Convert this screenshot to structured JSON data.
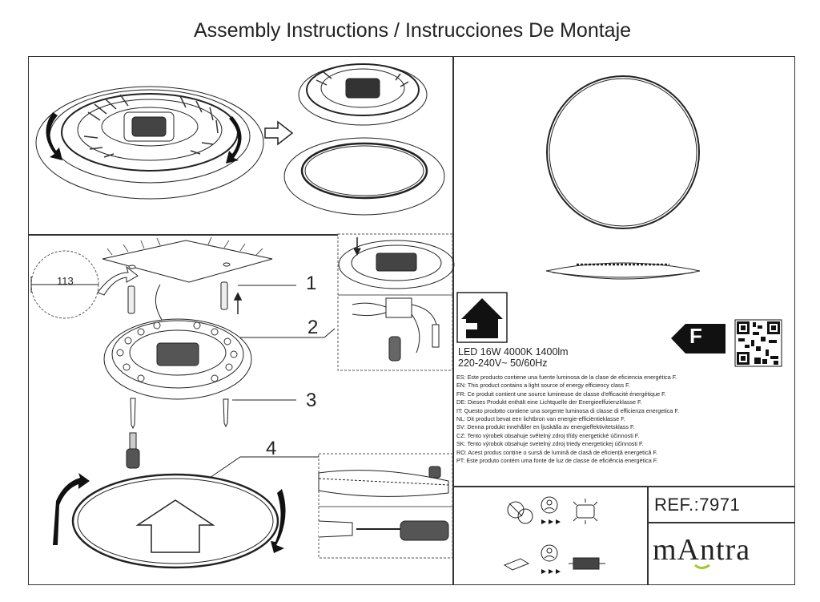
{
  "title": "Assembly Instructions / Instrucciones De Montaje",
  "steps": {
    "s1": "1",
    "s2": "2",
    "s3": "3",
    "s4": "4"
  },
  "dimension": "113",
  "product": {
    "spec_line1": "LED 16W 4000K 1400lm",
    "spec_line2": "220-240V~ 50/60Hz",
    "energy_class": "F"
  },
  "energy_statements": [
    "ES: Este producto contiene una fuente luminosa de la clase de eficiencia energética F.",
    "EN: This product contains a light source of energy efficiency class F.",
    "FR: Ce produit contient une source lumineuse de classe d'efficacité énergétique F.",
    "DE: Dieses Produkt enthält eine Lichtquelle der Energieeffizienzklasse F.",
    "IT: Questo prodotto contiene una sorgente luminosa di classe di efficienza energetica F.",
    "NL: Dit product bevat een lichtbron van energie-efficiëntieklasse F.",
    "SV: Denna produkt innehåller en ljuskälla av energieffektivitetsklass F.",
    "CZ: Tento výrobek obsahuje světelný zdroj třídy energetické účinnosti F.",
    "SK: Tento výrobok obsahuje svetelný zdroj triedy energetickej účinnosti F.",
    "RO: Acest produs conține o sursă de lumină de clasă de eficiență energetică F.",
    "PT: Este produto contém uma fonte de luz de classe de eficiência energética F."
  ],
  "reference": "REF.:7971",
  "brand": "mAntra",
  "icons": [
    "arrow-rotate-icon",
    "downward-arrow-icon",
    "house-fixture-icon",
    "energy-label-arrow-icon",
    "qr-code-icon",
    "screw-icon",
    "screwdriver-icon",
    "led-icon",
    "driver-icon",
    "no-replace-icon",
    "person-icon"
  ]
}
